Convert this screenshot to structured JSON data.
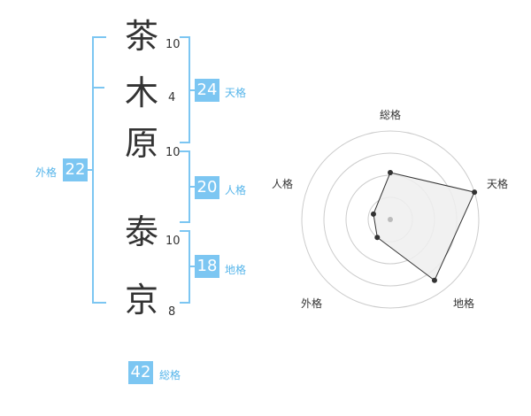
{
  "name_chars": [
    {
      "char": "茶",
      "strokes": "10"
    },
    {
      "char": "木",
      "strokes": "4"
    },
    {
      "char": "原",
      "strokes": "10"
    },
    {
      "char": "泰",
      "strokes": "10"
    },
    {
      "char": "京",
      "strokes": "8"
    }
  ],
  "scores": {
    "tenkaku": {
      "value": "24",
      "label": "天格"
    },
    "jinkaku": {
      "value": "20",
      "label": "人格"
    },
    "chikaku": {
      "value": "18",
      "label": "地格"
    },
    "gaikaku": {
      "value": "22",
      "label": "外格"
    },
    "soukaku": {
      "value": "42",
      "label": "総格"
    }
  },
  "radar": {
    "axes": [
      "総格",
      "天格",
      "地格",
      "外格",
      "人格"
    ],
    "levels": 4,
    "values": [
      0.53,
      1.0,
      0.85,
      0.25,
      0.2
    ],
    "colors": {
      "ring": "#cccccc",
      "fill": "#efefef",
      "line": "#333333",
      "dot": "#333333",
      "center": "#bbbbbb"
    }
  }
}
